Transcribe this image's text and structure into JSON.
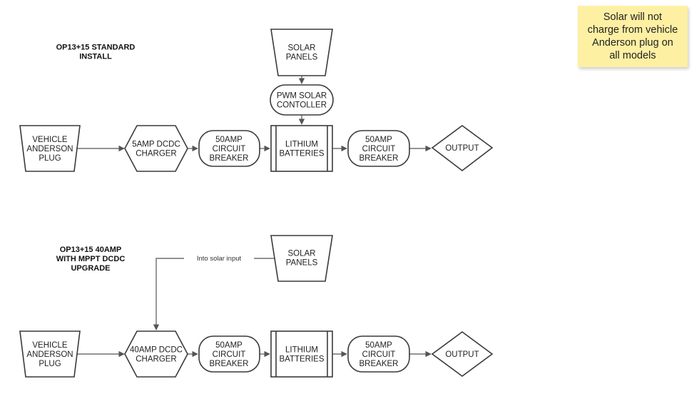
{
  "sections": [
    {
      "heading": [
        "OP13+15 STANDARD",
        "INSTALL"
      ],
      "nodes": {
        "solar": [
          "SOLAR",
          "PANELS"
        ],
        "controller": [
          "PWM SOLAR",
          "CONTOLLER"
        ],
        "vehicle": [
          "VEHICLE",
          "ANDERSON",
          "PLUG"
        ],
        "charger": [
          "5AMP DCDC",
          "CHARGER"
        ],
        "breaker1": [
          "50AMP",
          "CIRCUIT",
          "BREAKER"
        ],
        "batteries": [
          "LITHIUM",
          "BATTERIES"
        ],
        "breaker2": [
          "50AMP",
          "CIRCUIT",
          "BREAKER"
        ],
        "output": [
          "OUTPUT"
        ]
      }
    },
    {
      "heading": [
        "OP13+15 40AMP",
        "WITH MPPT DCDC",
        "UPGRADE"
      ],
      "edge_label": "Into solar input",
      "nodes": {
        "solar": [
          "SOLAR",
          "PANELS"
        ],
        "vehicle": [
          "VEHICLE",
          "ANDERSON",
          "PLUG"
        ],
        "charger": [
          "40AMP DCDC",
          "CHARGER"
        ],
        "breaker1": [
          "50AMP",
          "CIRCUIT",
          "BREAKER"
        ],
        "batteries": [
          "LITHIUM",
          "BATTERIES"
        ],
        "breaker2": [
          "50AMP",
          "CIRCUIT",
          "BREAKER"
        ],
        "output": [
          "OUTPUT"
        ]
      }
    }
  ],
  "note": {
    "lines": [
      "Solar will not",
      "charge from vehicle",
      "Anderson plug on",
      "all models"
    ],
    "color": "#fdf0a3"
  }
}
